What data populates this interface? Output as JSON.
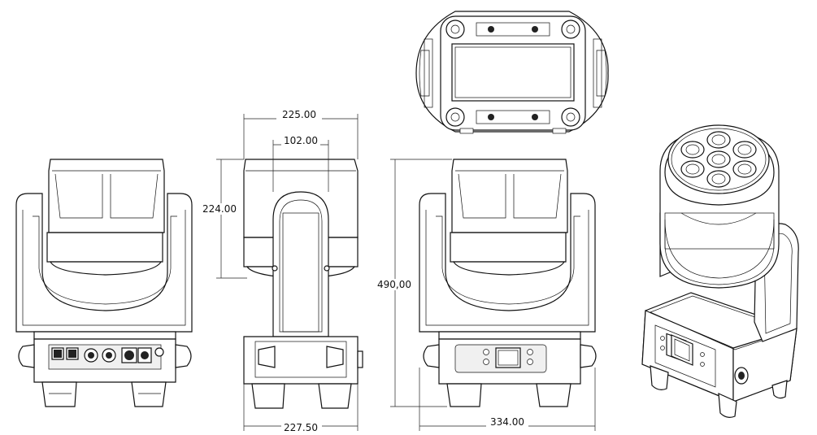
{
  "dimensions": {
    "top_width": "225.00",
    "arm_width": "102.00",
    "head_height": "224.00",
    "total_height": "490,00",
    "base_width": "227.50",
    "depth": "334.00"
  }
}
